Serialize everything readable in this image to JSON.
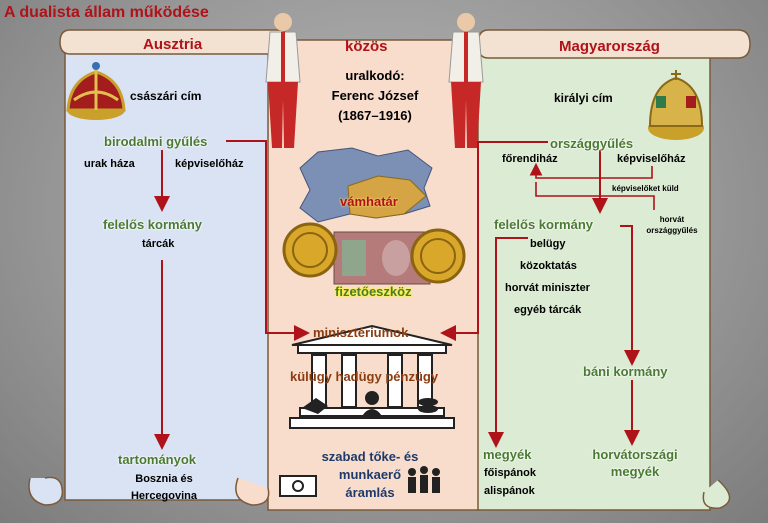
{
  "title": "A dualista állam működése",
  "austria": {
    "header": "Ausztria",
    "title_label": "császári cím",
    "assembly": "birodalmi gyűlés",
    "upper_house": "urak háza",
    "lower_house": "képviselőház",
    "government": "felelős kormány",
    "portfolios": "tárcák",
    "provinces": "tartományok",
    "bosnia_line1": "Bosznia és",
    "bosnia_line2": "Hercegovina"
  },
  "common": {
    "header": "közös",
    "ruler_line1": "uralkodó:",
    "ruler_line2": "Ferenc József",
    "ruler_line3": "(1867–1916)",
    "customs": "vámhatár",
    "currency": "fizetőeszköz",
    "ministries": "minisztériumok",
    "ministries_list": "külügy hadügy pénzügy",
    "flow_line1": "szabad tőke- és",
    "flow_line2": "munkaerő",
    "flow_line3": "áramlás"
  },
  "hungary": {
    "header": "Magyarország",
    "title_label": "királyi cím",
    "parliament": "országgyűlés",
    "upper_house": "főrendiház",
    "lower_house": "képviselőház",
    "sends_reps": "képviselőket küld",
    "croatian_diet_line1": "horvát",
    "croatian_diet_line2": "országgyűlés",
    "government": "felelős kormány",
    "ministries": [
      "belügy",
      "közoktatás",
      "horvát miniszter",
      "egyéb tárcák"
    ],
    "ban_government": "báni kormány",
    "croatian_counties_line1": "horvátországi",
    "croatian_counties_line2": "megyék",
    "counties": "megyék",
    "county_officials": [
      "főispánok",
      "alispánok"
    ]
  }
}
